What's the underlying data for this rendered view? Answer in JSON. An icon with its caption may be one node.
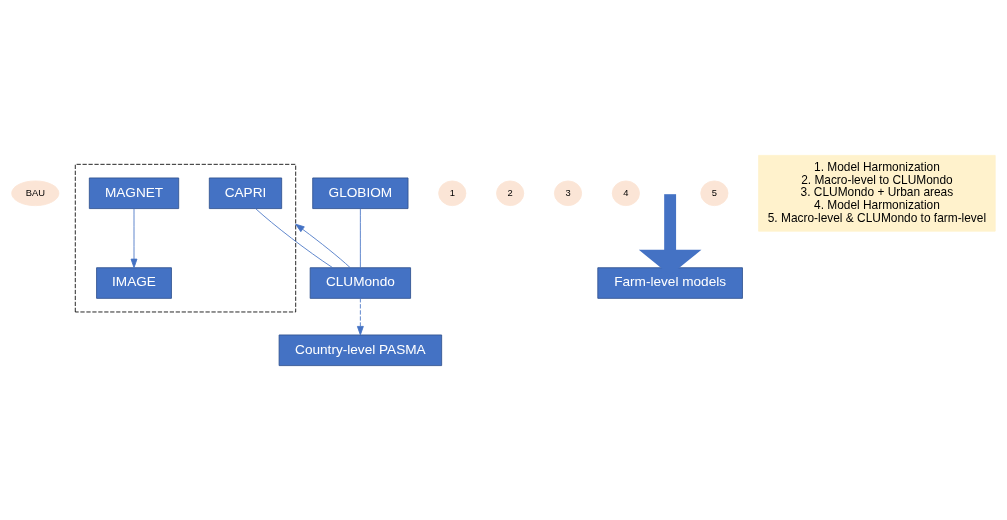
{
  "diagram": {
    "nodes": [
      {
        "text": [
          "BAU"
        ]
      },
      {
        "text": [],
        "shape": "box"
      },
      {
        "text": [
          "CAPRI"
        ],
        "in": 1
      },
      {
        "text": [
          "MAGNET"
        ],
        "in": 1
      },
      {
        "text": [
          "IMAGE"
        ],
        "in": 1
      },
      {
        "text": [
          "GLOBIOM"
        ]
      },
      {
        "text": [
          "1"
        ]
      },
      {
        "text": [
          "2"
        ]
      },
      {
        "text": [
          "CLUMondo"
        ]
      },
      {
        "text": [
          "3"
        ]
      },
      {
        "text": [
          "Country-level PASMA"
        ]
      },
      {
        "text": [
          "4"
        ]
      },
      {
        "text": [
          "Farm-level models"
        ]
      },
      {
        "text": [
          "5"
        ]
      },
      {
        "text": [
          "1. Model Harmonization",
          "2. Macro-level to CLUMondo",
          "3. CLUMondo + Urban areas",
          "4. Model Harmonization",
          "5. Macro-level & CLUMondo to farm-level"
        ]
      }
    ],
    "edges": [
      {
        "from": 3,
        "to": 4,
        "arrow": "to"
      },
      {
        "from": 2,
        "to": 8,
        "arrow": "none"
      },
      {
        "from": 5,
        "to": 8,
        "arrow": "none"
      },
      {
        "from": 8,
        "to": 1,
        "arrow": "to"
      },
      {
        "from": 8,
        "to": 10,
        "arrow": "to",
        "style": "dashed"
      },
      {
        "from": null,
        "to": 12,
        "arrow": "to",
        "style": "thick"
      }
    ]
  }
}
